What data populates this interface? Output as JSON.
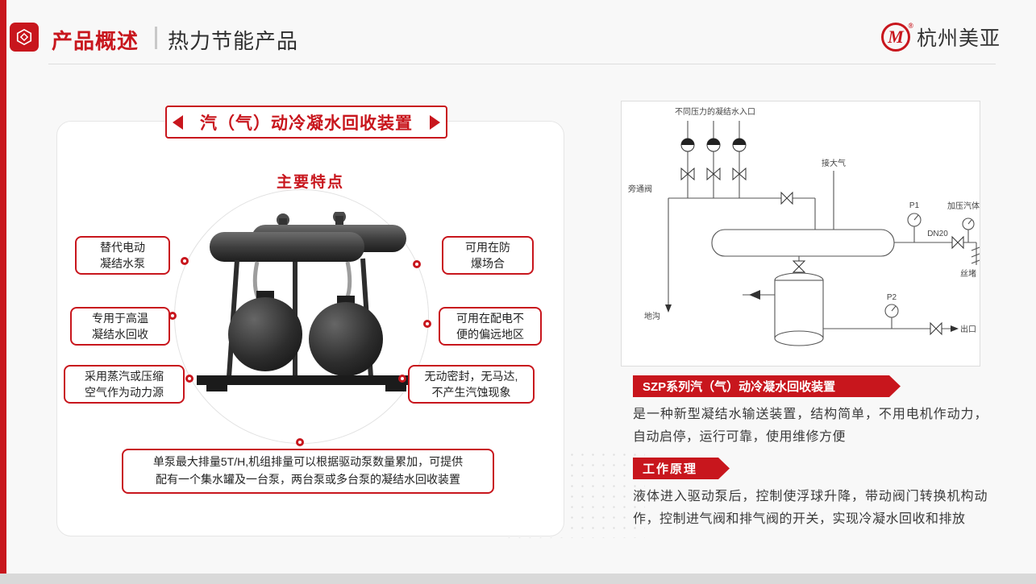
{
  "theme": {
    "accent": "#c8161d",
    "accent_dark": "#8e0e13",
    "text_dark": "#333333"
  },
  "header": {
    "title": "产品概述",
    "subtitle": "热力节能产品",
    "logo_letter": "M",
    "logo_reg": "®",
    "brand": "杭州美亚"
  },
  "card": {
    "banner_title": "汽（气）动冷凝水回收装置",
    "features_heading": "主要特点",
    "features": [
      {
        "line1": "替代电动",
        "line2": "凝结水泵"
      },
      {
        "line1": "专用于高温",
        "line2": "凝结水回收"
      },
      {
        "line1": "采用蒸汽或压缩",
        "line2": "空气作为动力源"
      },
      {
        "line1": "可用在防",
        "line2": "爆场合"
      },
      {
        "line1": "可用在配电不",
        "line2": "便的偏远地区"
      },
      {
        "line1": "无动密封，无马达,",
        "line2": "不产生汽蚀现象"
      }
    ],
    "note_line1": "单泵最大排量5T/H,机组排量可以根据驱动泵数量累加，可提供",
    "note_line2": "配有一个集水罐及一台泵，两台泵或多台泵的凝结水回收装置"
  },
  "panel": {
    "diagram": {
      "inlet_label": "不同压力的凝结水入口",
      "bypass_label": "旁通阀",
      "drain_label": "地沟",
      "atmosphere_label": "接大气",
      "p1_label": "P1",
      "dn20_label": "DN20",
      "pressure_label": "加压汽体",
      "plug_label": "丝堵",
      "p2_label": "P2",
      "outlet_label": "出口"
    },
    "section1_title": "SZP系列汽（气）动冷凝水回收装置",
    "section1_text": "是一种新型凝结水输送装置，结构简单，不用电机作动力，自动启停，运行可靠，使用维修方便",
    "section2_title": "工作原理",
    "section2_text": "液体进入驱动泵后，控制使浮球升降，带动阀门转换机构动作，控制进气阀和排气阀的开关，实现冷凝水回收和排放"
  }
}
